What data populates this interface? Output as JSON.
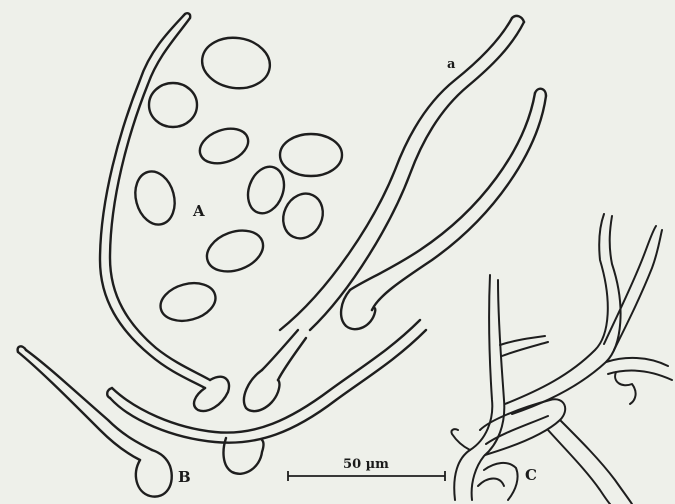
{
  "figure": {
    "labels": {
      "A": "A",
      "a": "a",
      "B": "B",
      "C": "C"
    },
    "scale_bar": {
      "text": "50 µm"
    },
    "colors": {
      "background": "#eef0ea",
      "ink": "#1e1e1e"
    }
  }
}
